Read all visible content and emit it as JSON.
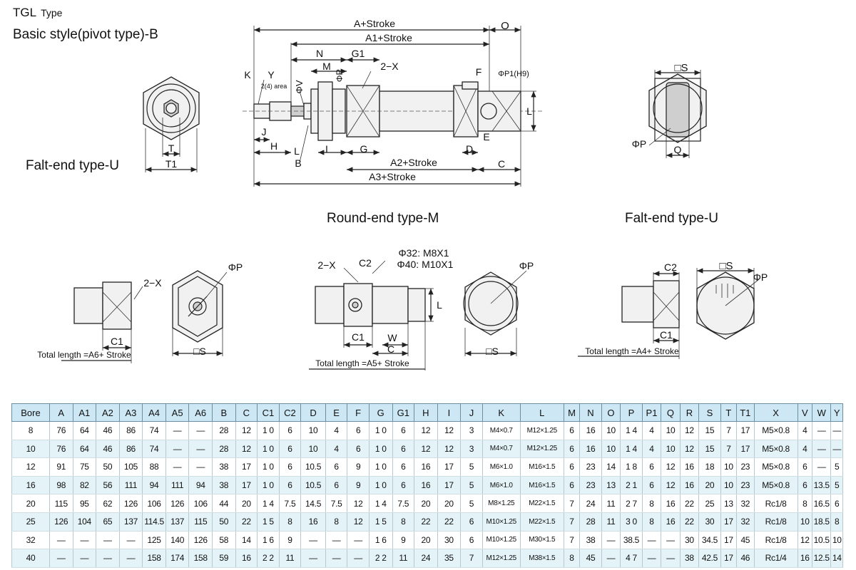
{
  "header": {
    "model": "TGL",
    "model_suffix": "Type",
    "style": "Basic style(pivot type)-B"
  },
  "views": {
    "flat_end_u_left": "Falt-end type-U",
    "round_end_m": "Round-end type-M",
    "flat_end_u_right": "Falt-end type-U"
  },
  "dimensions": {
    "a_stroke": "A+Stroke",
    "a1_stroke": "A1+Stroke",
    "a2_stroke": "A2+Stroke",
    "a3_stroke": "A3+Stroke",
    "area": "2(4) area",
    "p1_h9": "ΦP1(H9)",
    "phi_v": "ΦV",
    "phi_r": "ΦR",
    "phi_p": "ΦP",
    "square_s": "□S",
    "two_x": "2−X",
    "thread_32": "Φ32: M8X1",
    "thread_40": "Φ40: M10X1",
    "total_a6": "Total length =A6+ Stroke",
    "total_a5": "Total length =A5+ Stroke",
    "total_a4": "Total length =A4+ Stroke",
    "letters": {
      "o": "O",
      "n": "N",
      "g1": "G1",
      "m": "M",
      "k": "K",
      "y": "Y",
      "f": "F",
      "l": "L",
      "j": "J",
      "h": "H",
      "e": "E",
      "i": "I",
      "g": "G",
      "d": "D",
      "b": "B",
      "c": "C",
      "t": "T",
      "t1": "T1",
      "q": "Q",
      "c1": "C1",
      "c2": "C2",
      "w": "W"
    }
  },
  "table": {
    "headers": [
      "Bore",
      "A",
      "A1",
      "A2",
      "A3",
      "A4",
      "A5",
      "A6",
      "B",
      "C",
      "C1",
      "C2",
      "D",
      "E",
      "F",
      "G",
      "G1",
      "H",
      "I",
      "J",
      "K",
      "L",
      "M",
      "N",
      "O",
      "P",
      "P1",
      "Q",
      "R",
      "S",
      "T",
      "T1",
      "X",
      "V",
      "W",
      "Y"
    ],
    "rows": [
      [
        "8",
        "76",
        "64",
        "46",
        "86",
        "74",
        "—",
        "—",
        "28",
        "12",
        "1 0",
        "6",
        "10",
        "4",
        "6",
        "1 0",
        "6",
        "12",
        "12",
        "3",
        "M4×0.7",
        "M12×1.25",
        "6",
        "16",
        "10",
        "1 4",
        "4",
        "10",
        "12",
        "15",
        "7",
        "17",
        "M5×0.8",
        "4",
        "—",
        "—"
      ],
      [
        "10",
        "76",
        "64",
        "46",
        "86",
        "74",
        "—",
        "—",
        "28",
        "12",
        "1 0",
        "6",
        "10",
        "4",
        "6",
        "1 0",
        "6",
        "12",
        "12",
        "3",
        "M4×0.7",
        "M12×1.25",
        "6",
        "16",
        "10",
        "1 4",
        "4",
        "10",
        "12",
        "15",
        "7",
        "17",
        "M5×0.8",
        "4",
        "—",
        "—"
      ],
      [
        "12",
        "91",
        "75",
        "50",
        "105",
        "88",
        "—",
        "—",
        "38",
        "17",
        "1 0",
        "6",
        "10.5",
        "6",
        "9",
        "1 0",
        "6",
        "16",
        "17",
        "5",
        "M6×1.0",
        "M16×1.5",
        "6",
        "23",
        "14",
        "1 8",
        "6",
        "12",
        "16",
        "18",
        "10",
        "23",
        "M5×0.8",
        "6",
        "—",
        "5"
      ],
      [
        "16",
        "98",
        "82",
        "56",
        "111",
        "94",
        "111",
        "94",
        "38",
        "17",
        "1 0",
        "6",
        "10.5",
        "6",
        "9",
        "1 0",
        "6",
        "16",
        "17",
        "5",
        "M6×1.0",
        "M16×1.5",
        "6",
        "23",
        "13",
        "2 1",
        "6",
        "12",
        "16",
        "20",
        "10",
        "23",
        "M5×0.8",
        "6",
        "13.5",
        "5"
      ],
      [
        "20",
        "115",
        "95",
        "62",
        "126",
        "106",
        "126",
        "106",
        "44",
        "20",
        "1 4",
        "7.5",
        "14.5",
        "7.5",
        "12",
        "1 4",
        "7.5",
        "20",
        "20",
        "5",
        "M8×1.25",
        "M22×1.5",
        "7",
        "24",
        "11",
        "2 7",
        "8",
        "16",
        "22",
        "25",
        "13",
        "32",
        "Rc1/8",
        "8",
        "16.5",
        "6"
      ],
      [
        "25",
        "126",
        "104",
        "65",
        "137",
        "114.5",
        "137",
        "115",
        "50",
        "22",
        "1 5",
        "8",
        "16",
        "8",
        "12",
        "1 5",
        "8",
        "22",
        "22",
        "6",
        "M10×1.25",
        "M22×1.5",
        "7",
        "28",
        "11",
        "3 0",
        "8",
        "16",
        "22",
        "30",
        "17",
        "32",
        "Rc1/8",
        "10",
        "18.5",
        "8"
      ],
      [
        "32",
        "—",
        "—",
        "—",
        "—",
        "125",
        "140",
        "126",
        "58",
        "14",
        "1 6",
        "9",
        "—",
        "—",
        "—",
        "1 6",
        "9",
        "20",
        "30",
        "6",
        "M10×1.25",
        "M30×1.5",
        "7",
        "38",
        "—",
        "38.5",
        "—",
        "—",
        "30",
        "34.5",
        "17",
        "45",
        "Rc1/8",
        "12",
        "10.5",
        "10"
      ],
      [
        "40",
        "—",
        "—",
        "—",
        "—",
        "158",
        "174",
        "158",
        "59",
        "16",
        "2 2",
        "11",
        "—",
        "—",
        "—",
        "2 2",
        "11",
        "24",
        "35",
        "7",
        "M12×1.25",
        "M38×1.5",
        "8",
        "45",
        "—",
        "4 7",
        "—",
        "—",
        "38",
        "42.5",
        "17",
        "46",
        "Rc1/4",
        "16",
        "12.5",
        "14"
      ]
    ]
  }
}
